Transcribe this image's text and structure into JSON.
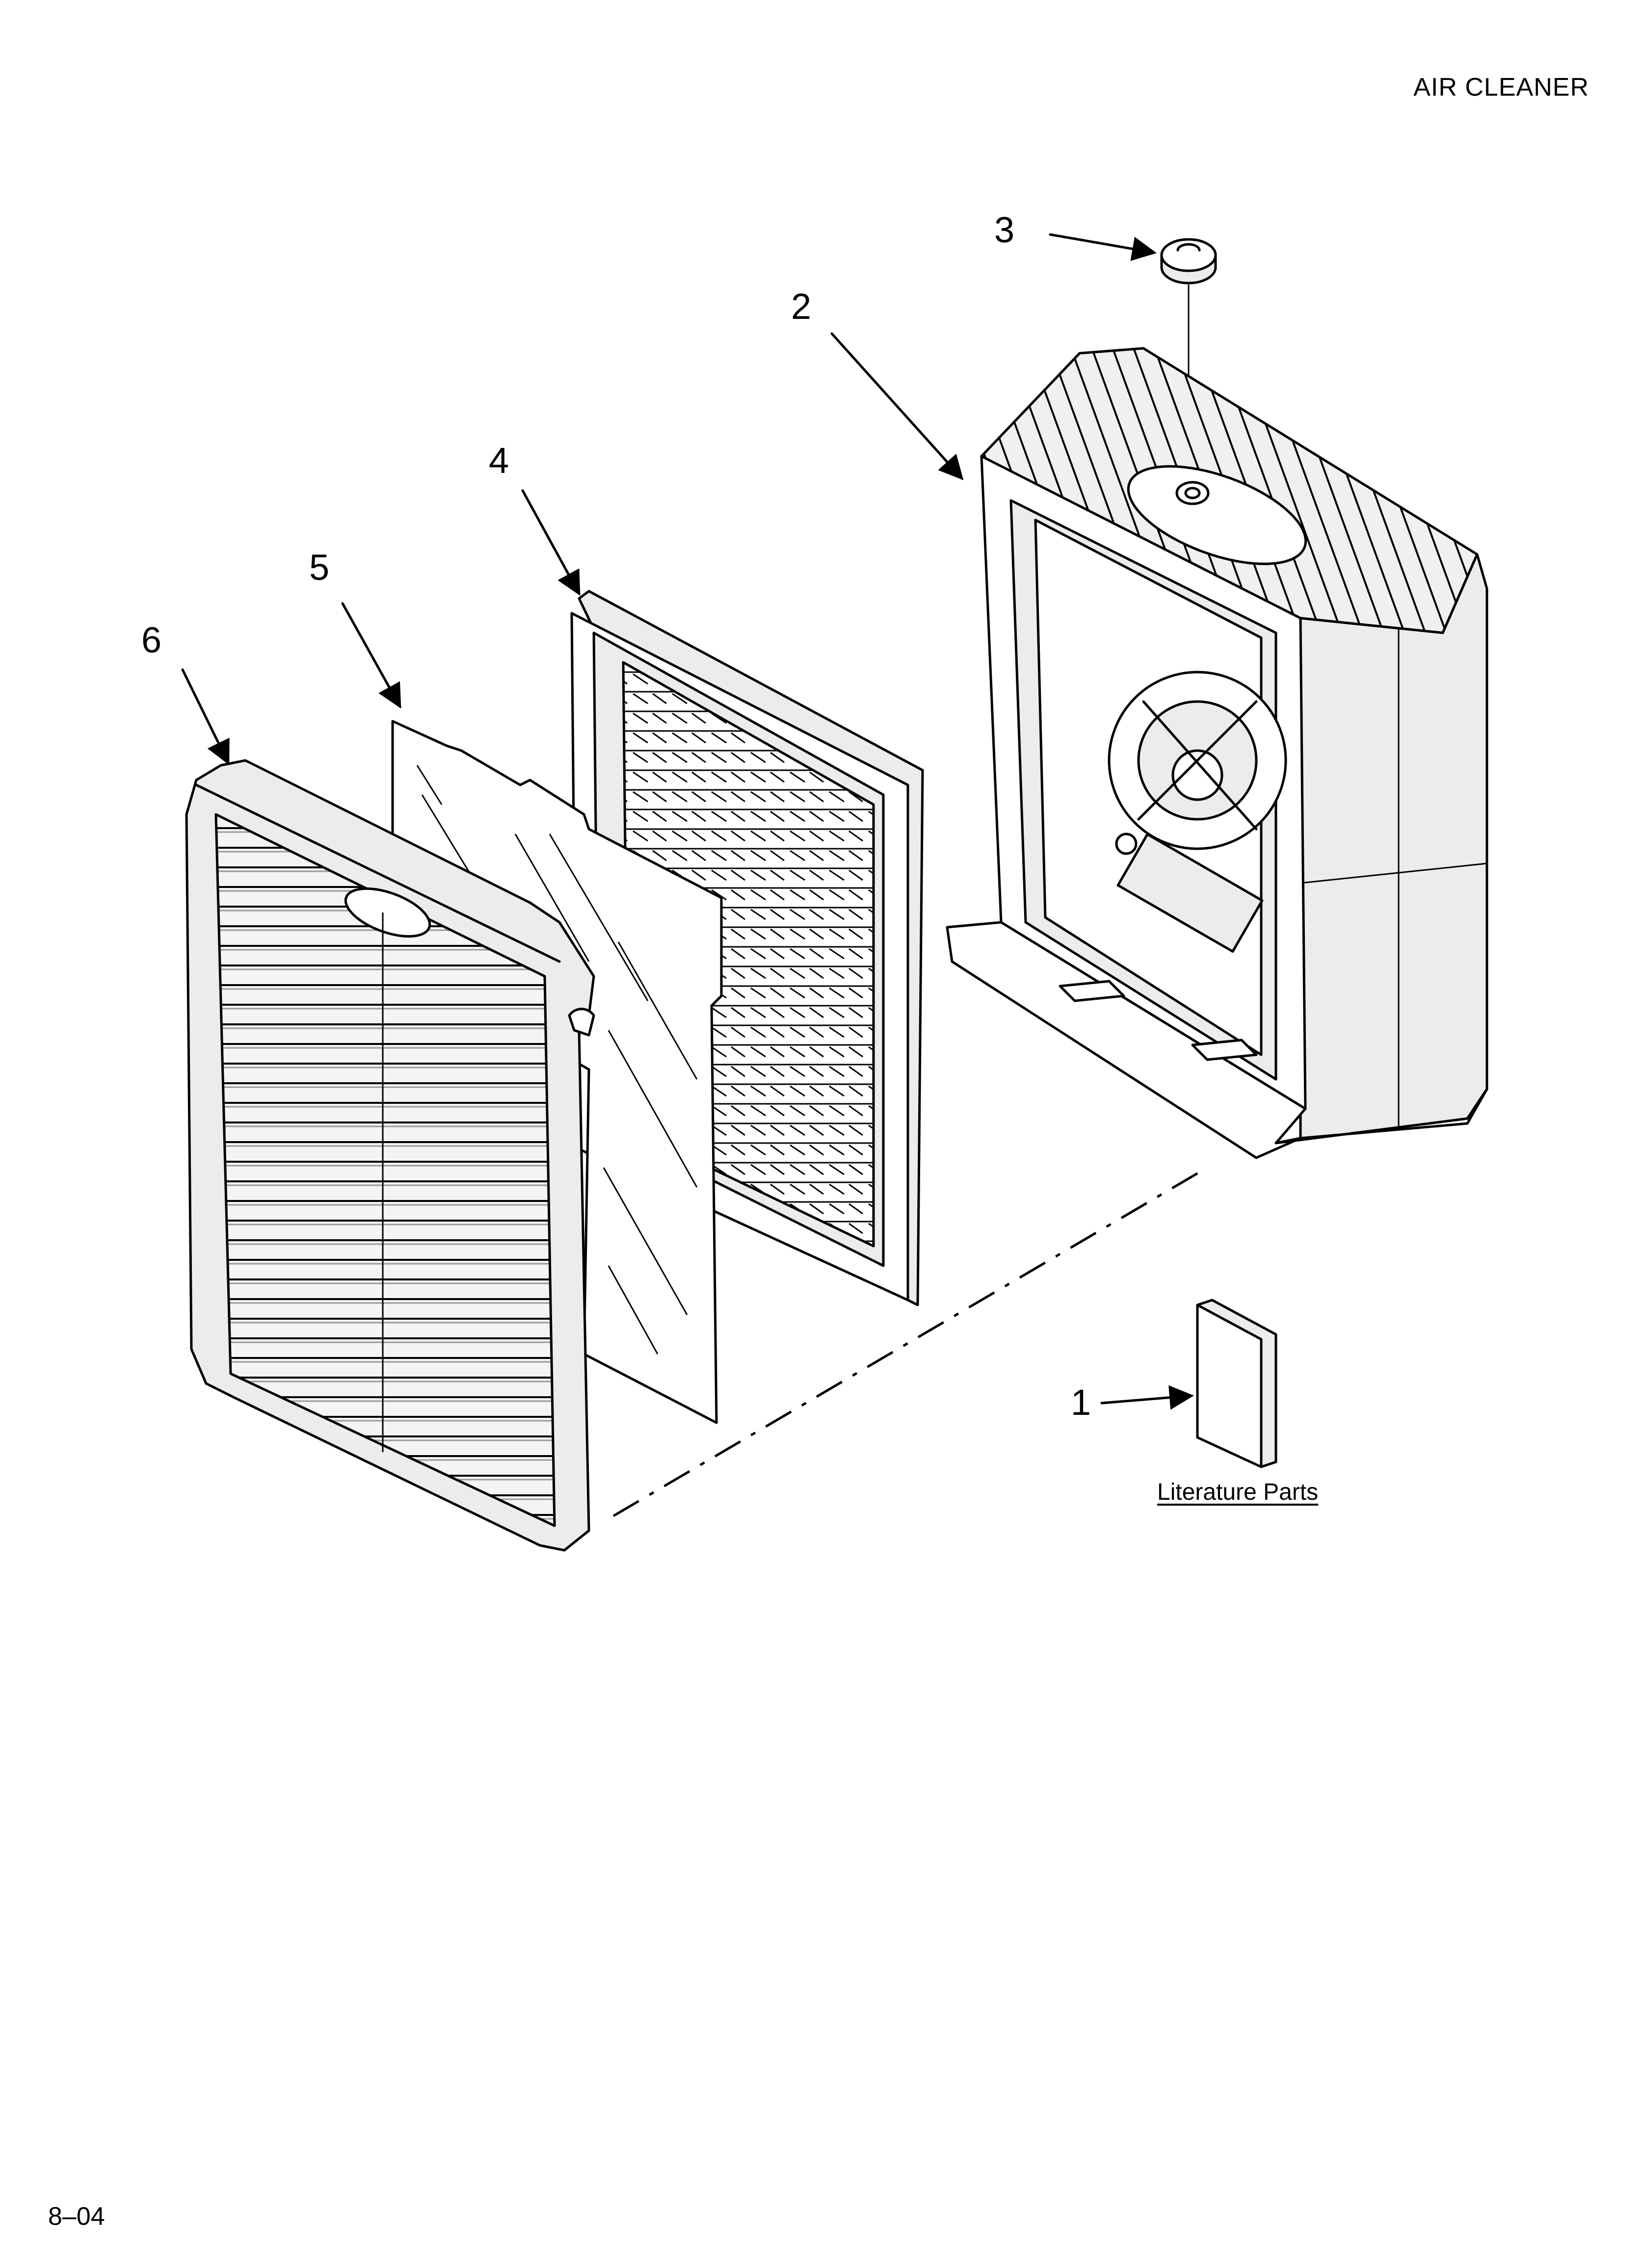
{
  "header": {
    "title": "AIR CLEANER"
  },
  "footer": {
    "code": "8–04"
  },
  "callouts": {
    "c1": "1",
    "c2": "2",
    "c3": "3",
    "c4": "4",
    "c5": "5",
    "c6": "6"
  },
  "literature_label": "Literature Parts"
}
